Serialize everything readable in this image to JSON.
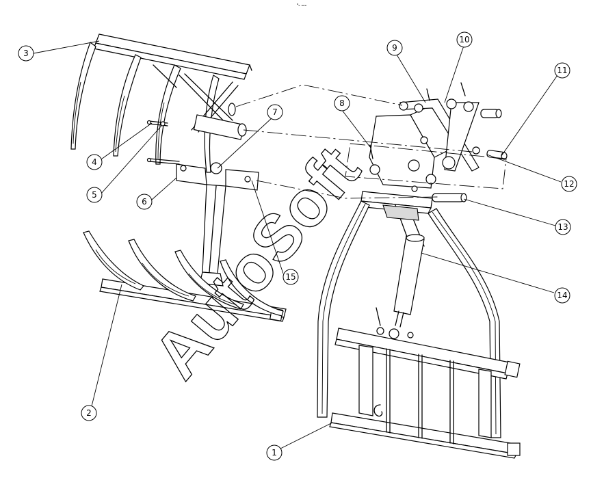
{
  "top_mark": "ᵃᵥ ₒₒₒ",
  "watermark": "AutoSoft",
  "part_labels": [
    "1",
    "2",
    "3",
    "4",
    "5",
    "6",
    "7",
    "8",
    "9",
    "10",
    "11",
    "12",
    "13",
    "14",
    "15"
  ]
}
